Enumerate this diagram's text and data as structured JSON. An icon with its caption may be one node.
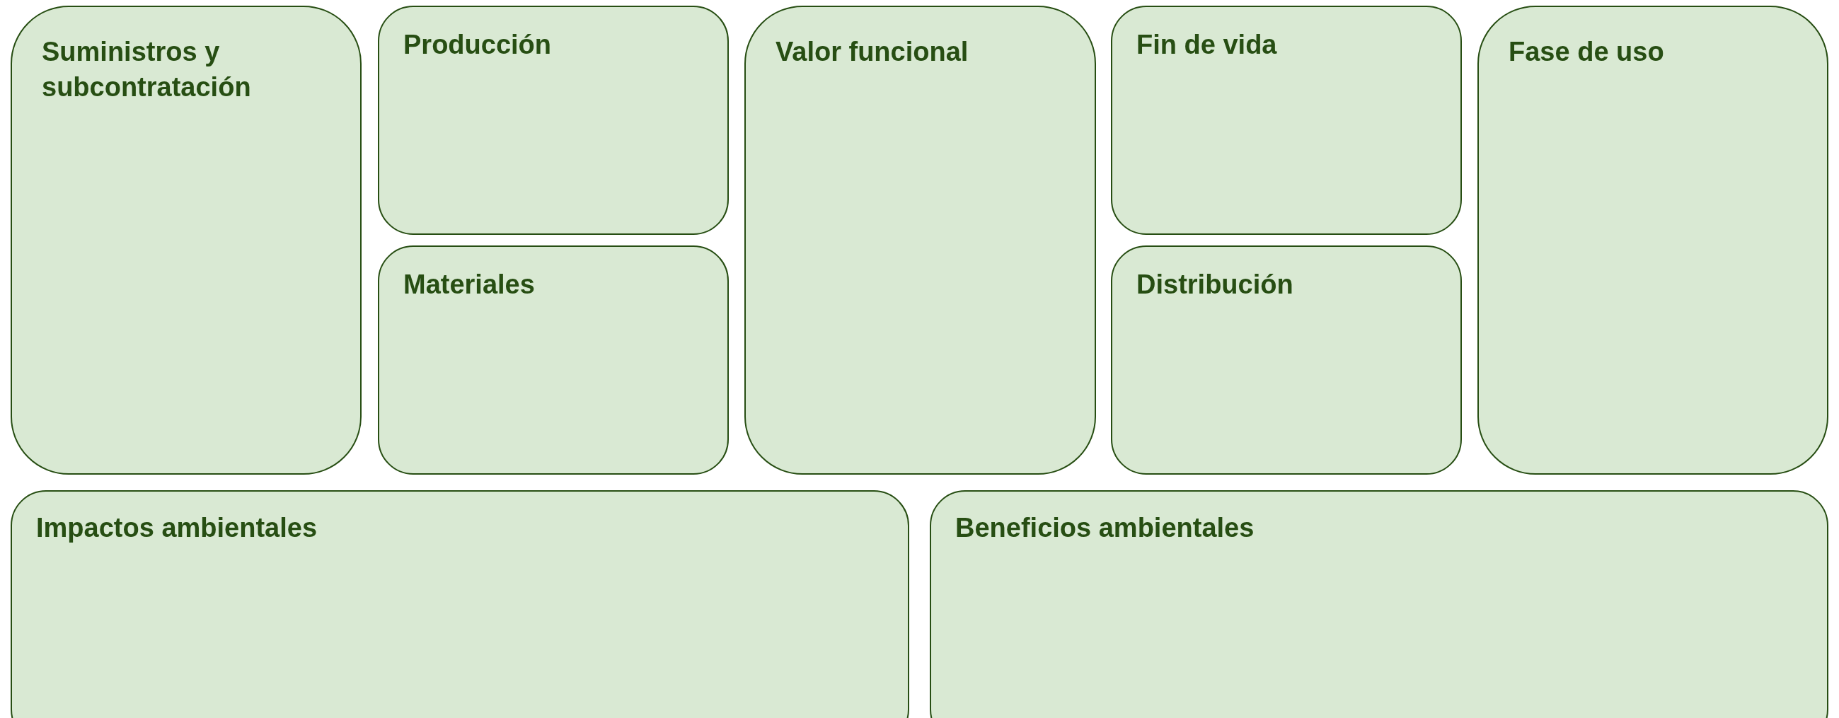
{
  "diagram": {
    "nodes": [
      {
        "text": [
          "Suministros y subcontratación"
        ]
      },
      {
        "text": [
          "Producción"
        ]
      },
      {
        "text": [
          "Materiales"
        ]
      },
      {
        "text": [
          "Valor funcional"
        ]
      },
      {
        "text": [
          "Fin de vida"
        ]
      },
      {
        "text": [
          "Distribución"
        ]
      },
      {
        "text": [
          "Fase de uso"
        ]
      },
      {
        "text": [
          "Impactos ambientales"
        ]
      },
      {
        "text": [
          "Beneficios ambientales"
        ]
      }
    ]
  }
}
